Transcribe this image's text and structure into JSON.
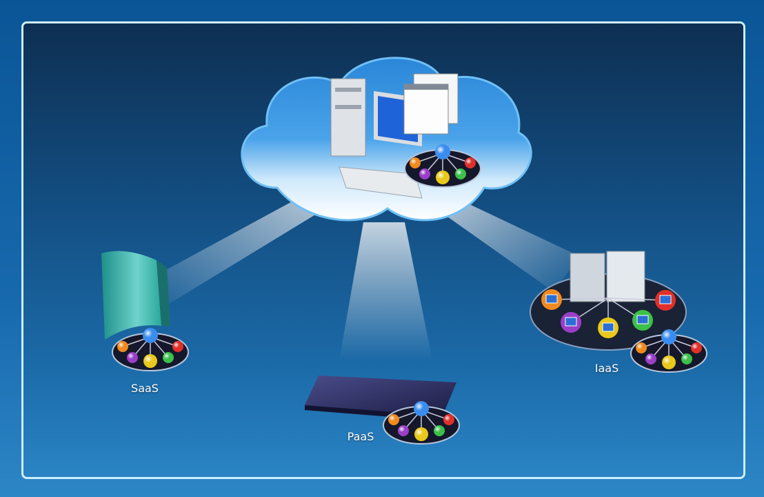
{
  "diagram": {
    "center": {
      "name": "cloud",
      "icon": "computer-with-windows-icon"
    },
    "nodes": [
      {
        "label": "SaaS",
        "icon": "software-box-icon"
      },
      {
        "label": "PaaS",
        "icon": "platform-slab-icon"
      },
      {
        "label": "IaaS",
        "icon": "datacenter-building-icon"
      }
    ],
    "hub_colors": [
      "#f08a1e",
      "#9b3fc8",
      "#e8c81a",
      "#3cc04a",
      "#e0302a"
    ],
    "hub_center_color": "#3a8df0"
  }
}
